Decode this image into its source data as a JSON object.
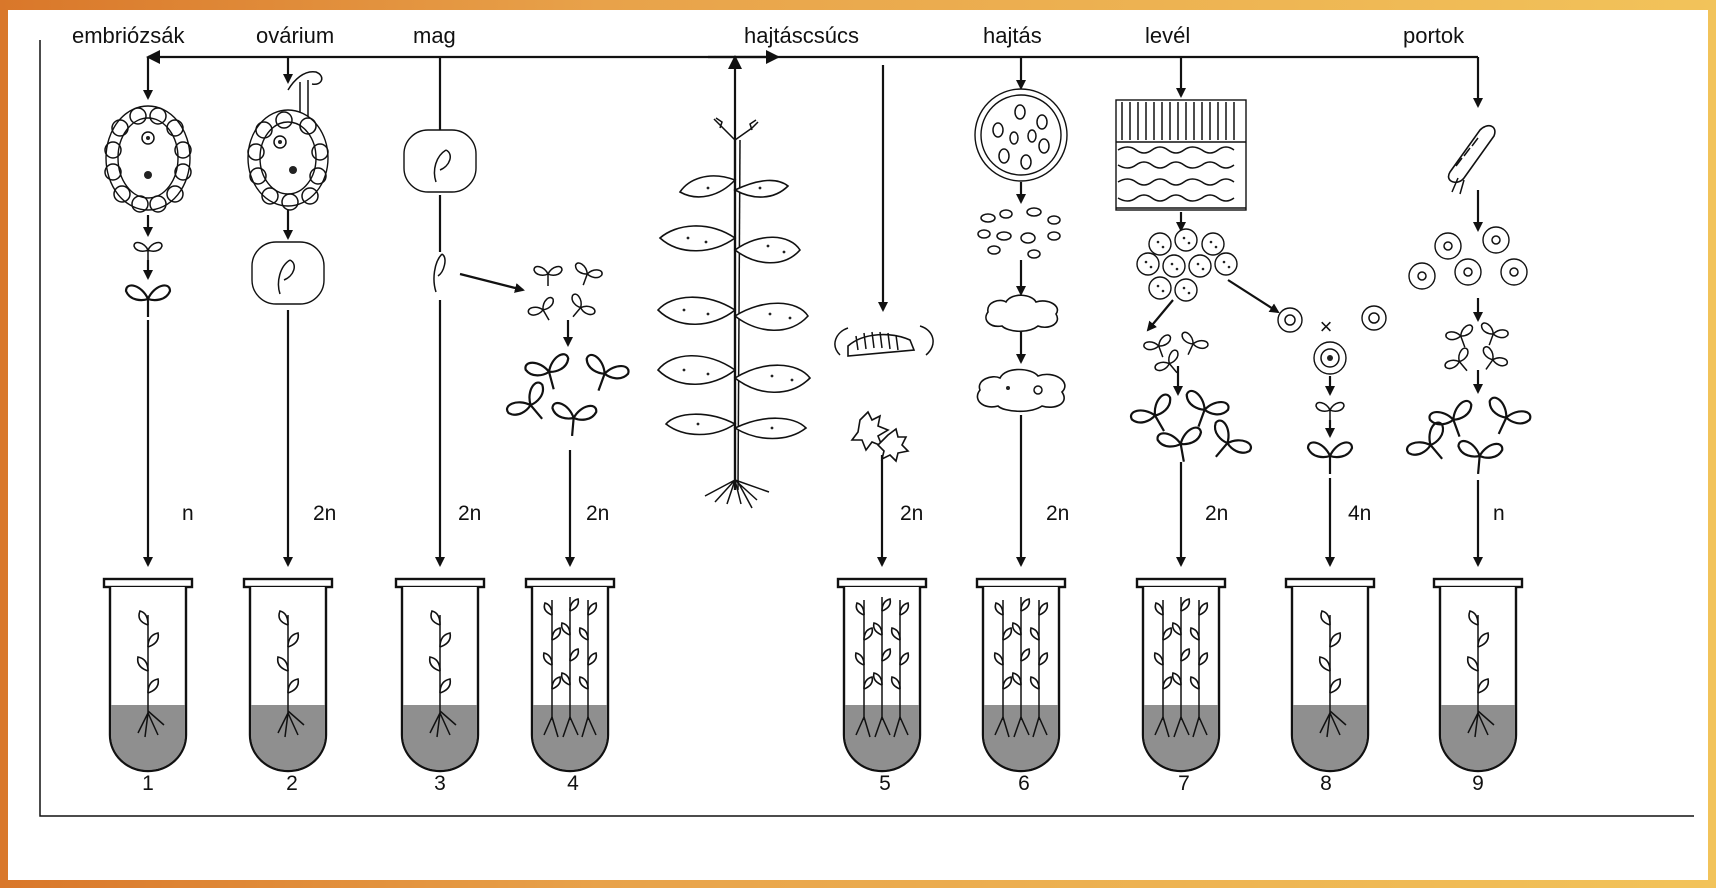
{
  "sources": [
    {
      "key": "embriozsak",
      "label": "embriózsák"
    },
    {
      "key": "ovarium",
      "label": "ovárium"
    },
    {
      "key": "mag",
      "label": "mag"
    },
    {
      "key": "hajtascsucs",
      "label": "hajtáscsúcs"
    },
    {
      "key": "hajtas",
      "label": "hajtás"
    },
    {
      "key": "level",
      "label": "levél"
    },
    {
      "key": "portok",
      "label": "portok"
    }
  ],
  "routes": [
    {
      "number": "1",
      "ploidy": "n"
    },
    {
      "number": "2",
      "ploidy": "2n"
    },
    {
      "number": "3",
      "ploidy": "2n"
    },
    {
      "number": "4",
      "ploidy": "2n"
    },
    {
      "number": "5",
      "ploidy": "2n"
    },
    {
      "number": "6",
      "ploidy": "2n"
    },
    {
      "number": "7",
      "ploidy": "2n"
    },
    {
      "number": "8",
      "ploidy": "4n"
    },
    {
      "number": "9",
      "ploidy": "n"
    }
  ],
  "cross_symbol": "×",
  "colors": {
    "frame_gradient_start": "#d9772a",
    "frame_gradient_end": "#f2c35a",
    "medium": "#8f8f8f",
    "ink": "#111111"
  }
}
